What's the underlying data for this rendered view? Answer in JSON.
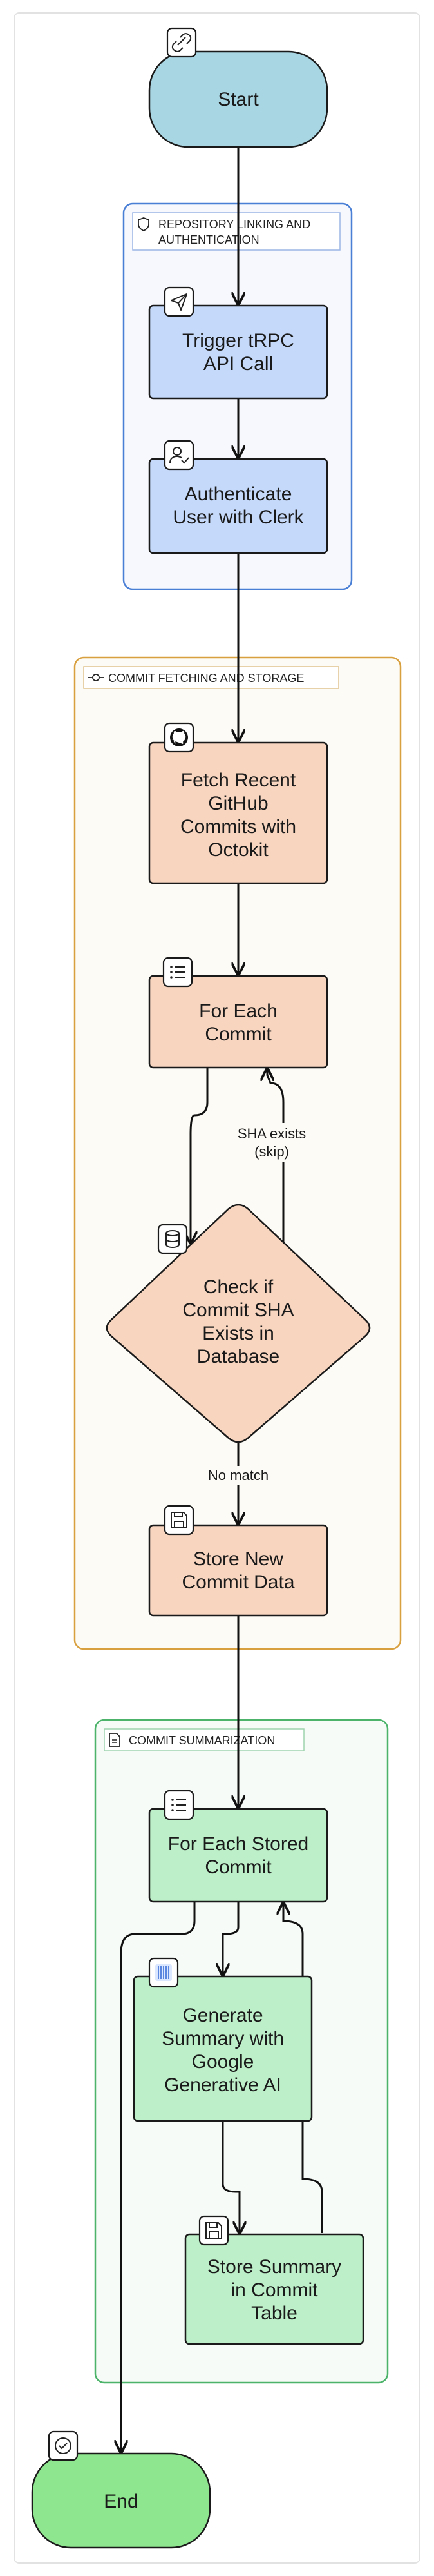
{
  "diagram": {
    "groups": {
      "auth": {
        "title_line1": "REPOSITORY LINKING AND",
        "title_line2": "AUTHENTICATION",
        "icon": "shield-icon",
        "color": "#4a7fd6",
        "fill": "#f6f8fd"
      },
      "fetch": {
        "title": "COMMIT FETCHING AND STORAGE",
        "icon": "git-commit-icon",
        "color": "#d9a040",
        "fill": "#fdfbf5"
      },
      "summary": {
        "title": "COMMIT SUMMARIZATION",
        "icon": "document-icon",
        "color": "#4cb36b",
        "fill": "#f6fbf7"
      }
    },
    "nodes": {
      "start": {
        "label": "Start",
        "icon": "link-icon",
        "fill": "#a9d6e3"
      },
      "trigger": {
        "line1": "Trigger tRPC",
        "line2": "API Call",
        "icon": "send-icon",
        "fill": "#c5d9fa"
      },
      "auth": {
        "line1": "Authenticate",
        "line2": "User with Clerk",
        "icon": "user-check-icon",
        "fill": "#c5d9fa"
      },
      "fetch": {
        "line1": "Fetch Recent",
        "line2": "GitHub",
        "line3": "Commits with",
        "line4": "Octokit",
        "icon": "github-icon",
        "fill": "#f8d5bf"
      },
      "for_each_commit": {
        "line1": "For Each",
        "line2": "Commit",
        "icon": "list-icon",
        "fill": "#f8d5bf"
      },
      "check_sha": {
        "line1": "Check if",
        "line2": "Commit SHA",
        "line3": "Exists in",
        "line4": "Database",
        "icon": "database-icon",
        "fill": "#f8d5bf"
      },
      "store_commit": {
        "line1": "Store New",
        "line2": "Commit Data",
        "icon": "save-icon",
        "fill": "#f8d5bf"
      },
      "for_each_stored": {
        "line1": "For Each Stored",
        "line2": "Commit",
        "icon": "list-icon",
        "fill": "#bdf0c8"
      },
      "generate": {
        "line1": "Generate",
        "line2": "Summary with",
        "line3": "Google",
        "line4": "Generative AI",
        "icon": "gemini-icon",
        "fill": "#bdf0c8"
      },
      "store_summary": {
        "line1": "Store Summary",
        "line2": "in Commit",
        "line3": "Table",
        "icon": "save-icon",
        "fill": "#bdf0c8"
      },
      "end": {
        "label": "End",
        "icon": "check-circle-icon",
        "fill": "#8ee68e"
      }
    },
    "edge_labels": {
      "sha_exists_line1": "SHA exists",
      "sha_exists_line2": "(skip)",
      "no_match": "No match"
    }
  }
}
